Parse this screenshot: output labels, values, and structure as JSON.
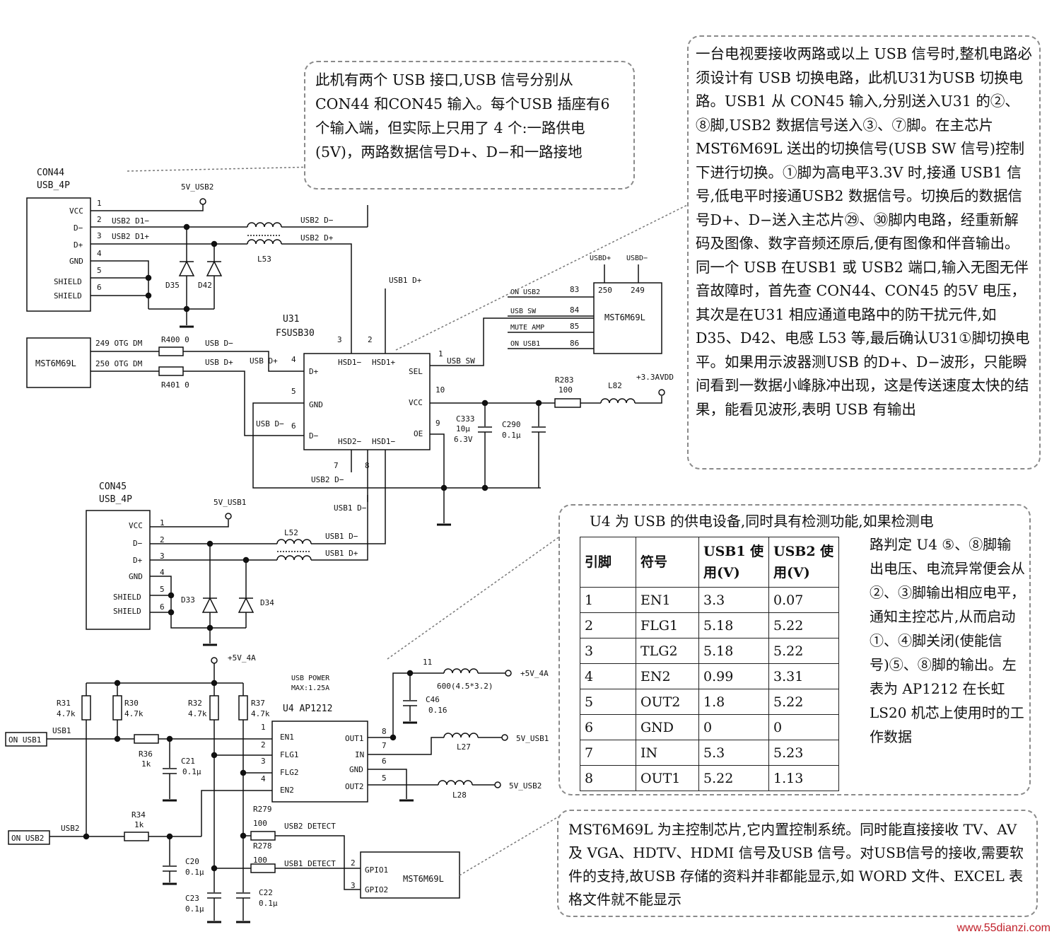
{
  "notes": {
    "usb_ports": "此机有两个 USB 接口,USB 信号分别从CON44 和CON45 输入。每个USB 插座有6 个输入端，但实际上只用了 4 个:一路供电(5V)，两路数据信号D+、D−和一路接地",
    "switch": "一台电视要接收两路或以上 USB 信号时,整机电路必须设计有 USB 切换电路，此机U31为USB 切换电路。USB1 从 CON45 输入,分别送入U31 的②、⑧脚,USB2 数据信号送入③、⑦脚。在主芯片 MST6M69L 送出的切换信号(USB SW 信号)控制下进行切换。①脚为高电平3.3V 时,接通 USB1 信号,低电平时接通USB2 数据信号。切换后的数据信号D+、D−送入主芯片㉙、㉚脚内电路，经重新解码及图像、数字音频还原后,便有图像和伴音输出。同一个 USB 在USB1 或 USB2 端口,输入无图无伴音故障时，首先查 CON44、CON45 的5V 电压，其次是在U31 相应通道电路中的防干扰元件,如D35、D42、电感 L53 等,最后确认U31①脚切换电平。如果用示波器测USB 的D+、D−波形，只能瞬间看到一数据小峰脉冲出现，这是传送速度太快的结果，能看见波形,表明 USB 有输出",
    "u4_head": "U4 为 USB 的供电设备,同时具有检测功能,如果检测电",
    "u4_side": "路判定 U4 ⑤、⑧脚输出电压、电流异常便会从②、③脚输出相应电平，通知主控芯片,从而启动①、④脚关闭(使能信号)⑤、⑧脚的输出。左表为 AP1212 在长虹LS20 机芯上使用时的工作数据",
    "mst": "MST6M69L 为主控制芯片,它内置控制系统。同时能直接接收 TV、AV 及 VGA、HDTV、HDMI 信号及USB 信号。对USB信号的接收,需要软件的支持,故USB 存储的资料并非都能显示,如 WORD 文件、EXCEL 表格文件就不能显示"
  },
  "table": {
    "headers": [
      "引脚",
      "符号",
      "USB1 使用(V)",
      "USB2 使用(V)"
    ],
    "rows": [
      [
        "1",
        "EN1",
        "3.3",
        "0.07"
      ],
      [
        "2",
        "FLG1",
        "5.18",
        "5.22"
      ],
      [
        "3",
        "TLG2",
        "5.18",
        "5.22"
      ],
      [
        "4",
        "EN2",
        "0.99",
        "3.31"
      ],
      [
        "5",
        "OUT2",
        "1.8",
        "5.22"
      ],
      [
        "6",
        "GND",
        "0",
        "0"
      ],
      [
        "7",
        "IN",
        "5.3",
        "5.23"
      ],
      [
        "8",
        "OUT1",
        "5.22",
        "1.13"
      ]
    ]
  },
  "labels": {
    "con44": "CON44",
    "con44_type": "USB_4P",
    "con45": "CON45",
    "con45_type": "USB_4P",
    "vcc": "VCC",
    "dminus": "D−",
    "dplus": "D+",
    "gnd": "GND",
    "shield": "SHIELD",
    "p1": "1",
    "p2": "2",
    "p3": "3",
    "p4": "4",
    "p5": "5",
    "p6": "6",
    "p7": "7",
    "p8": "8",
    "p9": "9",
    "p10": "10",
    "p11": "11",
    "v5usb2": "5V_USB2",
    "v5usb1": "5V_USB1",
    "usb2_d1m": "USB2 D1−",
    "usb2_d1p": "USB2 D1+",
    "usb2_dm": "USB2 D−",
    "usb2_dp": "USB2 D+",
    "usb1_dm": "USB1 D−",
    "usb1_dp": "USB1 D+",
    "l53": "L53",
    "l52": "L52",
    "d35": "D35",
    "d42": "D42",
    "d33": "D33",
    "d34": "D34",
    "mst": "MST6M69L",
    "otg_dm": "249 OTG DM",
    "otg_dp": "250 OTG DM",
    "r400": "R400 0",
    "r401": "R401 0",
    "usb_dm_net": "USB D−",
    "usb_dp_net": "USB D+",
    "u31": "U31",
    "u31_type": "FSUSB30",
    "u31_dp": "D+",
    "u31_gnd": "GND",
    "u31_dm": "D−",
    "u31_hsd1m": "HSD1−",
    "u31_hsd1p": "HSD1+",
    "u31_hsd2m": "HSD2−",
    "u31_hsd1m_b": "HSD1−",
    "u31_sel": "SEL",
    "u31_vcc": "VCC",
    "u31_oe": "OE",
    "usb_sw": "USB SW",
    "on_usb2": "ON USB2",
    "on_usb1": "ON USB1",
    "usb_sw_in": "USB SW",
    "mute_amp": "MUTE AMP",
    "on_usb1_b": "ON USB1",
    "p83": "83",
    "p84": "84",
    "p85": "85",
    "p86": "86",
    "usbdp": "USBD+",
    "usbdm": "USBD−",
    "p250": "250",
    "p249": "249",
    "r283": "R283",
    "r283v": "100",
    "l82": "L82",
    "v33": "+3.3AVDD",
    "c333": "C333",
    "c333v": "10μ",
    "c333v2": "6.3V",
    "c290": "C290",
    "c290v": "0.1μ",
    "v5_4a": "+5V_4A",
    "v5_4a_b": "+5V_4A",
    "usb_power": "USB POWER",
    "usb_power_max": "MAX:1.25A",
    "u4": "U4  AP1212",
    "en1": "EN1",
    "flg1": "FLG1",
    "flg2": "FLG2",
    "en2": "EN2",
    "out1": "OUT1",
    "in": "IN",
    "gndp": "GND",
    "out2": "OUT2",
    "r31": "R31",
    "r31v": "4.7k",
    "r30": "R30",
    "r30v": "4.7k",
    "r32": "R32",
    "r32v": "4.7k",
    "r37": "R37",
    "r37v": "4.7k",
    "r36": "R36",
    "r36v": "1k",
    "r34": "R34",
    "r34v": "1k",
    "c21": "C21",
    "c21v": "0.1μ",
    "c20": "C20",
    "c20v": "0.1μ",
    "c23": "C23",
    "c23v": "0.1μ",
    "c22": "C22",
    "c22v": "0.1μ",
    "c46": "C46",
    "c46v": "0.16",
    "ind600": "600(4.5*3.2)",
    "l27": "L27",
    "l28": "L28",
    "on_usb1_box": "ON USB1",
    "on_usb2_box": "ON USB2",
    "usb1": "USB1",
    "usb2": "USB2",
    "r279": "R279",
    "r279v": "100",
    "r278": "R278",
    "r278v": "100",
    "usb2_detect": "USB2 DETECT",
    "usb1_detect": "USB1 DETECT",
    "gpio1": "GPIO1",
    "gpio2": "GPIO2",
    "watermark": "www.55dianzi.com"
  }
}
